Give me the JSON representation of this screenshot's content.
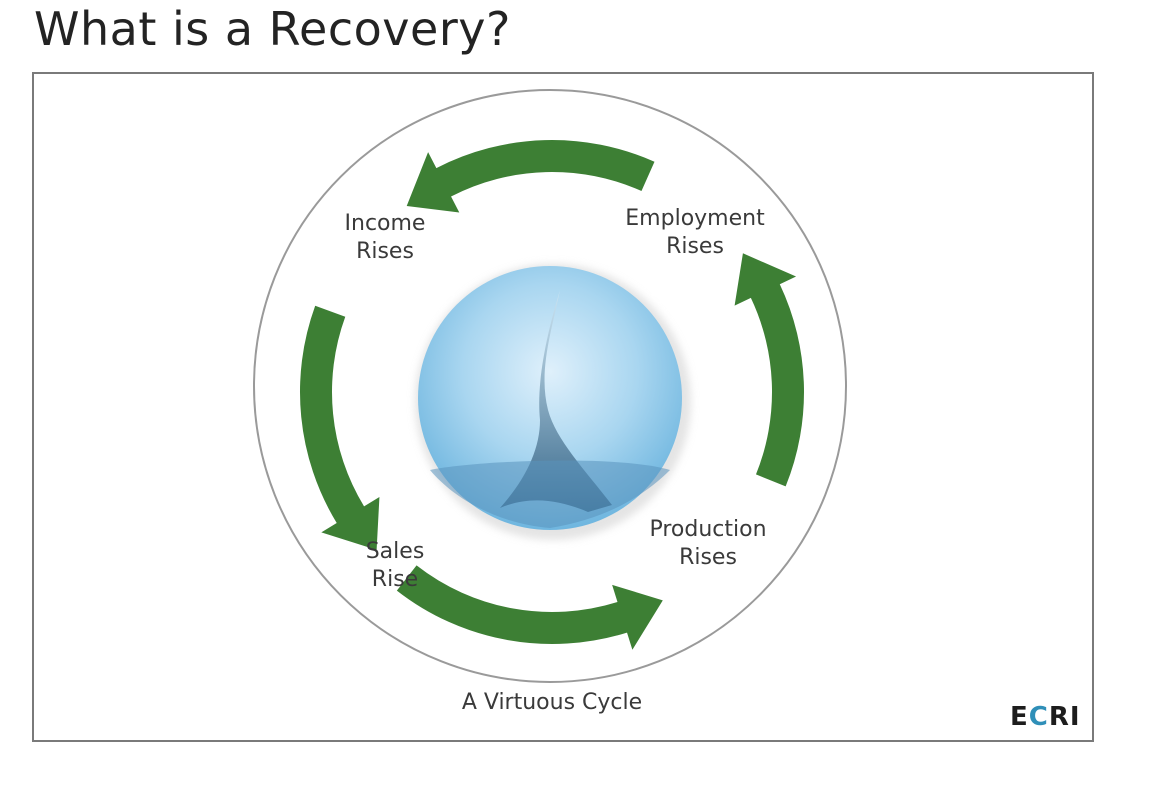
{
  "title": "What is a Recovery?",
  "diagram": {
    "type": "cycle",
    "nodes": [
      {
        "id": "employment",
        "label": "Employment\nRises"
      },
      {
        "id": "income",
        "label": "Income\nRises"
      },
      {
        "id": "sales",
        "label": "Sales\nRise"
      },
      {
        "id": "production",
        "label": "Production\nRises"
      }
    ],
    "edges": [
      {
        "from": "employment",
        "to": "income"
      },
      {
        "from": "income",
        "to": "sales"
      },
      {
        "from": "sales",
        "to": "production"
      },
      {
        "from": "production",
        "to": "employment"
      }
    ],
    "center_image": "water-splash-icon",
    "caption": "A Virtuous Cycle",
    "arrow_color": "#3d7f34",
    "ring_color": "#9a9a9a"
  },
  "logo": {
    "prefix": "E",
    "accent": "C",
    "suffix": "RI",
    "accent_color": "#2f8fb8"
  }
}
